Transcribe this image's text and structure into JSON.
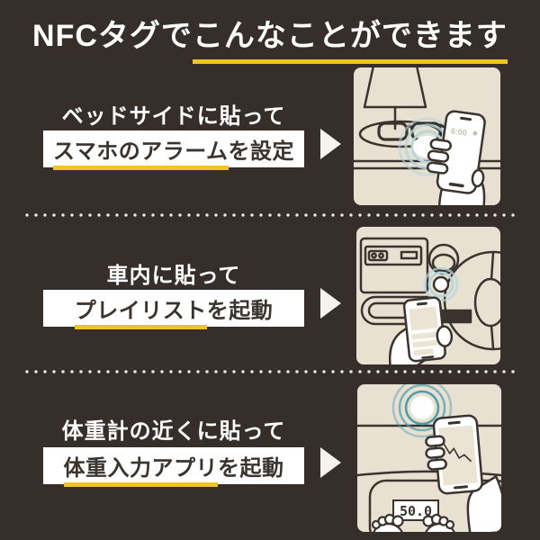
{
  "colors": {
    "background": "#352e2a",
    "accent_yellow": "#f0c420",
    "text_white": "#ffffff",
    "text_dark": "#3a332e",
    "illustration_beige": "#e8e1d2",
    "ripple_light_blue": "#b5d6dd",
    "ripple_teal": "#4f9dab"
  },
  "title": {
    "prefix": "NFCタグで",
    "underlined": "こんなことができます"
  },
  "sections": [
    {
      "id": "bedside",
      "line1": "ベッドサイドに貼って",
      "highlight": "スマホのアラーム",
      "suffix": "を設定",
      "illustration": "bedside-alarm-scene",
      "phone_display": "6:00"
    },
    {
      "id": "car",
      "line1": "車内に貼って",
      "highlight": "プレイリスト",
      "suffix": "を起動",
      "illustration": "car-playlist-scene"
    },
    {
      "id": "scale",
      "line1": "体重計の近くに貼って",
      "highlight": "体重入力アプリ",
      "suffix": "を起動",
      "illustration": "weight-scale-scene",
      "scale_display": "50.0"
    }
  ]
}
